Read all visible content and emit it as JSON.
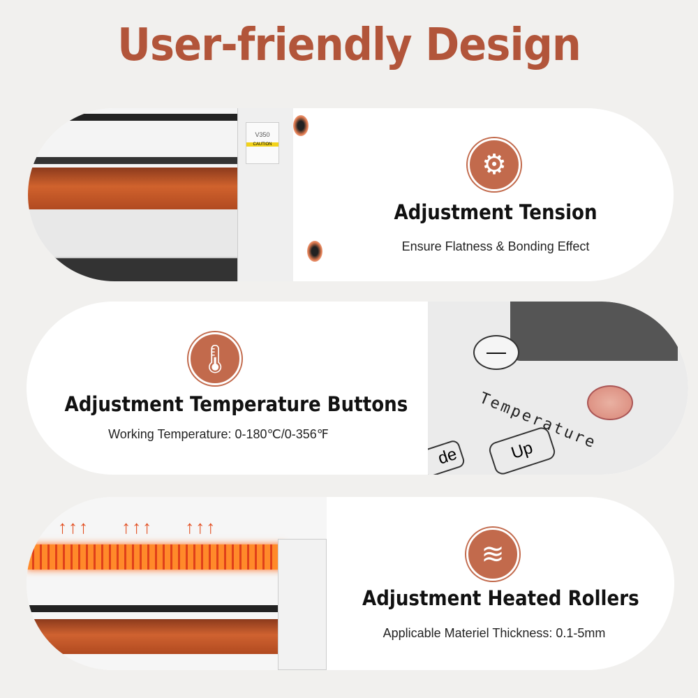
{
  "title": "User-friendly Design",
  "accent": "#b2553a",
  "features": [
    {
      "icon": "gear-icon",
      "heading": "Adjustment Tension",
      "subtitle": "Ensure Flatness & Bonding Effect"
    },
    {
      "icon": "thermometer-icon",
      "heading": "Adjustment Temperature Buttons",
      "subtitle": "Working Temperature: 0-180℃/0-356℉"
    },
    {
      "icon": "rolls-icon",
      "heading": "Adjustment Heated Rollers",
      "subtitle": "Applicable Materiel Thickness: 0.1-5mm"
    }
  ],
  "machine_label": {
    "model": "V350",
    "caution": "CAUTION"
  },
  "panel_labels": {
    "temperature": "Temperature",
    "up": "Up",
    "mode": "de"
  }
}
